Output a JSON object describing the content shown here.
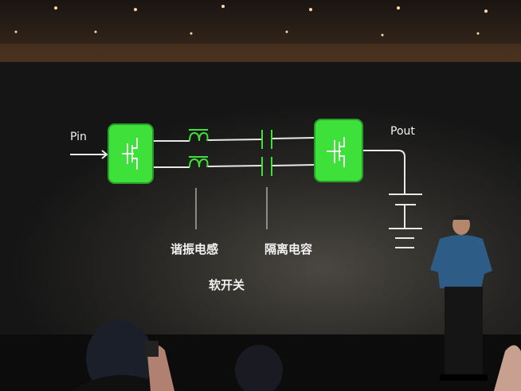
{
  "slide": {
    "input_label": "Pin",
    "output_label": "Pout",
    "inductor_label": "谐振电感",
    "capacitor_label": "隔离电容",
    "caption": "软开关"
  },
  "colors": {
    "accent_green": "#3ee03a",
    "slide_bg": "#1c1c1c"
  }
}
